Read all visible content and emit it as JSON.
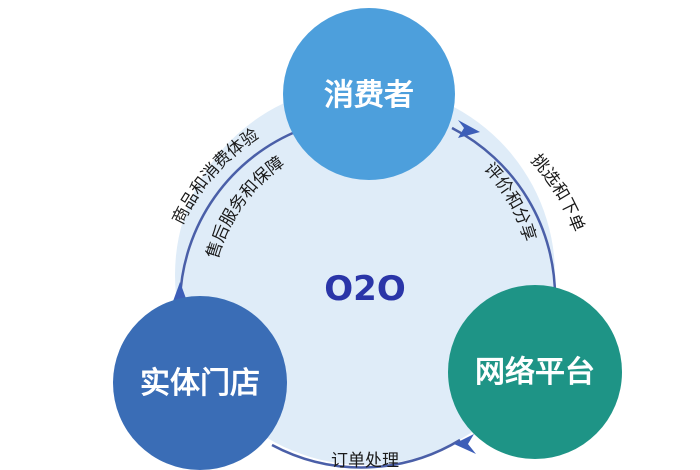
{
  "diagram": {
    "center": {
      "label": "O2O",
      "color": "#2a35a8"
    },
    "background_circle_color": "#dfecf8",
    "arc_color": "#4a5fa8",
    "nodes": [
      {
        "id": "consumer",
        "label": "消费者",
        "color": "#4d9fdc"
      },
      {
        "id": "store",
        "label": "实体门店",
        "color": "#3a6db6"
      },
      {
        "id": "platform",
        "label": "网络平台",
        "color": "#1e9486"
      }
    ],
    "edges": [
      {
        "from": "consumer",
        "to": "platform",
        "outer_label": "挑选和下单",
        "inner_label": "评价和分享"
      },
      {
        "from": "platform",
        "to": "store",
        "label": "订单处理"
      },
      {
        "from": "store",
        "to": "consumer",
        "outer_label": "商品和消费体验",
        "inner_label": "售后服务和保障"
      }
    ]
  }
}
